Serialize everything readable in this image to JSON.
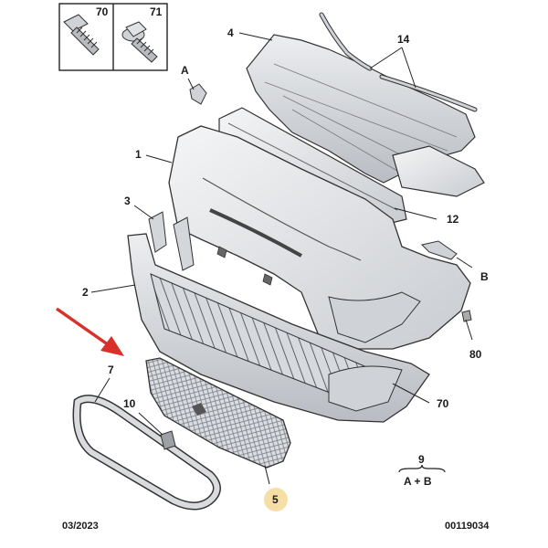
{
  "fasteners": {
    "left_label": "70",
    "right_label": "71"
  },
  "labels": {
    "l4": "4",
    "l14": "14",
    "lA": "A",
    "l1": "1",
    "l3": "3",
    "l12": "12",
    "l2": "2",
    "lB": "B",
    "l80": "80",
    "l7": "7",
    "l10": "10",
    "l70": "70",
    "l5": "5"
  },
  "legend": {
    "number": "9",
    "formula": "A + B"
  },
  "footer": {
    "date": "03/2023",
    "reference": "00119034"
  },
  "colors": {
    "highlight": "#f6dfa6",
    "arrow": "#d9302a",
    "part_fill": "#e2e4e7"
  }
}
